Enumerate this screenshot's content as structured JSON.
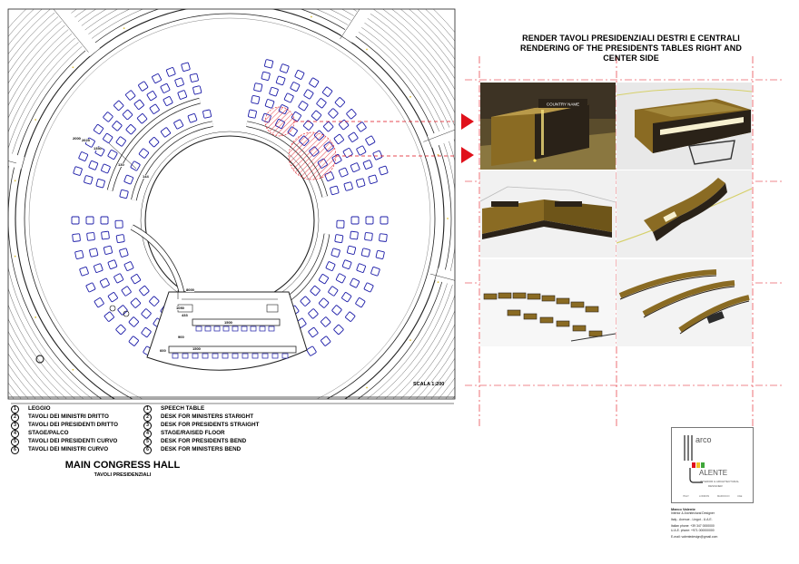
{
  "render_title": {
    "line1": "RENDER TAVOLI PRESIDENZIALI DESTRI E CENTRALI",
    "line2": "RENDERING OF THE PRESIDENTS TABLES RIGHT AND",
    "line3": "CENTER SIDE"
  },
  "render_sign": "COUNTRY NAME",
  "dimensions": [
    "2000",
    "2625",
    "1350",
    "130",
    "144",
    "8000",
    "1050",
    "433",
    "1500",
    "900",
    "1500",
    "600"
  ],
  "scale": "SCALA 1:200",
  "legend_left": [
    {
      "num": "1",
      "label": "LEGGIO"
    },
    {
      "num": "2",
      "label": "TAVOLI DEI MINISTRI DRITTO"
    },
    {
      "num": "3",
      "label": "TAVOLI DEI PRESIDENTI DRITTO"
    },
    {
      "num": "4",
      "label": "STAGE/PALCO"
    },
    {
      "num": "5",
      "label": "TAVOLI DEI PRESIDENTI CURVO"
    },
    {
      "num": "6",
      "label": "TAVOLI DEI MINISTRI CURVO"
    }
  ],
  "legend_right": [
    {
      "num": "1",
      "label": "SPEECH TABLE"
    },
    {
      "num": "2",
      "label": "DESK FOR MINISTERS STARIGHT"
    },
    {
      "num": "3",
      "label": "DESK FOR PRESIDENTS STRAIGHT"
    },
    {
      "num": "4",
      "label": "STAGE/RAISED FLOOR"
    },
    {
      "num": "5",
      "label": "DESK FOR PRESIDENTS BEND"
    },
    {
      "num": "6",
      "label": "DESK FOR MINISTERS BEND"
    }
  ],
  "hall": {
    "title": "MAIN CONGRESS HALL",
    "subtitle": "TAVOLI PRESIDENZIALI"
  },
  "logo": {
    "line1": "arco",
    "line2": "ALENTE",
    "tagline1": "INTERIOR & ARCHITECTURAL",
    "tagline2": "DESIGNER",
    "footer": [
      "ITALY",
      "LONDON",
      "MAROCCO",
      "UAE"
    ]
  },
  "contact": {
    "name": "Marco Valente",
    "role": "Interior & Architectural Designer",
    "address": "Italy - Avenue - Lingot - U.A.E.",
    "phone1": "Italian phone: +39 347 0000000",
    "phone2": "U.A.E. phone: +971 000000000",
    "email": "E-mail: valentedesign@gmail.com"
  },
  "colors": {
    "seat_outline": "#1c1ca8",
    "highlight_red": "#e0111b",
    "desk_wood": "#8a6b23",
    "desk_dark": "#2a2218"
  }
}
